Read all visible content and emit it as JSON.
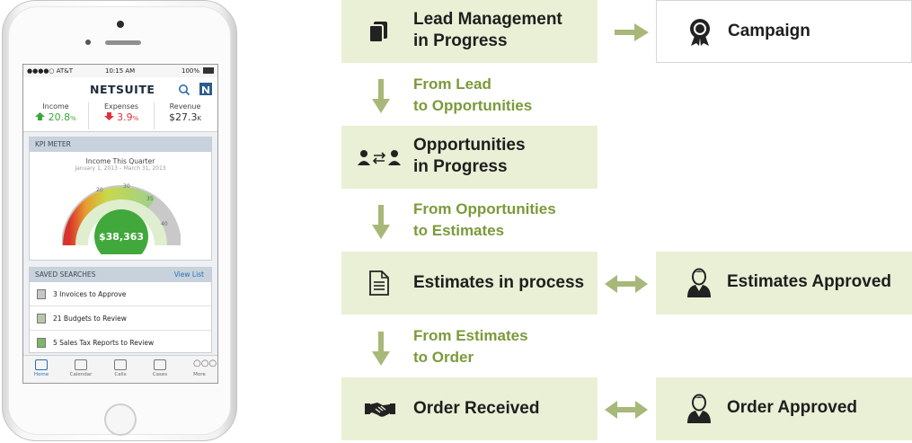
{
  "phone": {
    "status": {
      "carrier": "●●●●○ AT&T",
      "time": "10:15 AM",
      "battery": "100%"
    },
    "logo": "NETSUITE",
    "stats": [
      {
        "label": "Income",
        "value": "20.8",
        "unit": "%",
        "color": "#3aa63a",
        "trend": "up"
      },
      {
        "label": "Expenses",
        "value": "3.9",
        "unit": "%",
        "color": "#e0323c",
        "trend": "down"
      },
      {
        "label": "Revenue",
        "value": "$27.3",
        "unit": "K",
        "color": "#333333",
        "trend": "none"
      }
    ],
    "kpi": {
      "header": "KPI METER",
      "title": "Income This Quarter",
      "range": "January 1, 2013 – March 31, 2013",
      "value": "$38,363",
      "ticks": [
        "20",
        "30",
        "35",
        "40"
      ]
    },
    "saved": {
      "header": "SAVED SEARCHES",
      "link": "View List",
      "items": [
        "3 Invoices to Approve",
        "21 Budgets to Review",
        "5 Sales Tax Reports to Review"
      ]
    },
    "tabs": [
      "Home",
      "Calendar",
      "Calls",
      "Cases",
      "More"
    ]
  },
  "flow": {
    "accent": "#7b9a3a",
    "box_fill": "#e9f0d5",
    "lead": {
      "line1": "Lead Management",
      "line2": "in Progress"
    },
    "campaign": "Campaign",
    "step1": {
      "line1": "From Lead",
      "line2": "to Opportunities"
    },
    "opp": {
      "line1": "Opportunities",
      "line2": "in Progress"
    },
    "step2": {
      "line1": "From Opportunities",
      "line2": "to Estimates"
    },
    "estimates": "Estimates in process",
    "estimates_approved": "Estimates Approved",
    "step3": {
      "line1": "From Estimates",
      "line2": "to Order"
    },
    "order": "Order Received",
    "order_approved": "Order Approved"
  }
}
